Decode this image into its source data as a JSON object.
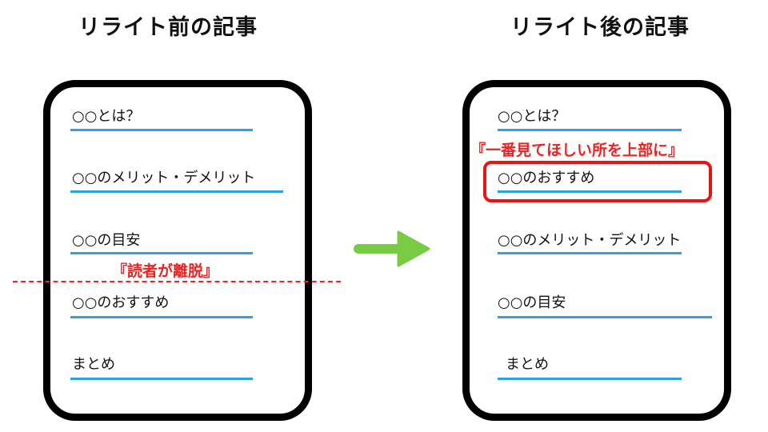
{
  "before": {
    "title": "リライト前の記事",
    "items": [
      "○○とは？",
      "○○のメリット・デメリット",
      "○○の目安",
      "○○のおすすめ",
      "まとめ"
    ],
    "annotation": "『読者が離脱』"
  },
  "after": {
    "title": "リライト後の記事",
    "items": [
      "○○とは？",
      "○○のおすすめ",
      "○○のメリット・デメリット",
      "○○の目安",
      "まとめ"
    ],
    "annotation": "『一番見てほしい所を上部に』"
  },
  "colors": {
    "underline": "#29a3e6",
    "annotation": "#ee2222",
    "arrow": "#77cc44",
    "frame": "#000000"
  },
  "icons": {
    "arrow": "right-arrow-icon"
  }
}
